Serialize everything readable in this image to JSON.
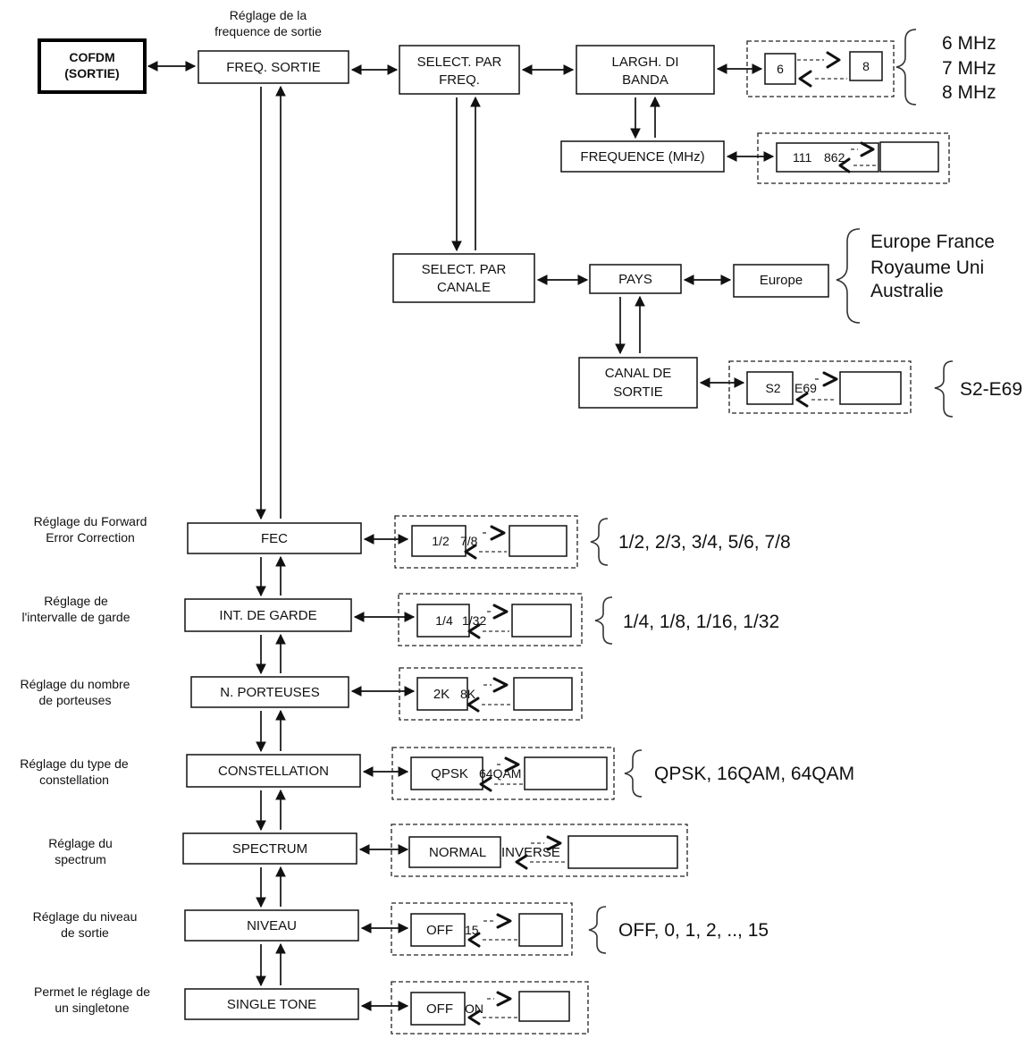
{
  "header": {
    "cofdm_line1": "COFDM",
    "cofdm_line2": "(SORTIE)",
    "note_freq_line1": "Réglage de la",
    "note_freq_line2": "frequence de sortie"
  },
  "nodes": {
    "freq_sortie": "FREQ. SORTIE",
    "select_freq_line1": "SELECT. PAR",
    "select_freq_line2": "FREQ.",
    "largh_line1": "LARGH. DI",
    "largh_line2": "BANDA",
    "frequence": "FREQUENCE (MHz)",
    "select_canale_line1": "SELECT. PAR",
    "select_canale_line2": "CANALE",
    "pays": "PAYS",
    "europe": "Europe",
    "canal_line1": "CANAL DE",
    "canal_line2": "SORTIE",
    "fec": "FEC",
    "int_garde": "INT. DE GARDE",
    "porteuses": "N. PORTEUSES",
    "constellation": "CONSTELLATION",
    "spectrum": "SPECTRUM",
    "niveau": "NIVEAU",
    "single_tone": "SINGLE TONE"
  },
  "selectors": {
    "band_from": "6",
    "band_to": "8",
    "freq_from": "111",
    "freq_to": "862",
    "canal_from": "S2",
    "canal_to": "E69",
    "fec_from": "1/2",
    "fec_to": "7/8",
    "garde_from": "1/4",
    "garde_to": "1/32",
    "porteuses_from": "2K",
    "porteuses_to": "8K",
    "const_from": "QPSK",
    "const_to": "64QAM",
    "spectrum_from": "NORMAL",
    "spectrum_to": "INVERSE",
    "niveau_from": "OFF",
    "niveau_to": "15",
    "tone_from": "OFF",
    "tone_to": "ON"
  },
  "options": {
    "band_1": "6 MHz",
    "band_2": "7 MHz",
    "band_3": "8 MHz",
    "pays_1": "Europe France",
    "pays_2": "Royaume Uni",
    "pays_3": "Australie",
    "canal": "S2-E69",
    "fec": "1/2, 2/3, 3/4, 5/6, 7/8",
    "garde": "1/4, 1/8, 1/16, 1/32",
    "constellation": "QPSK, 16QAM, 64QAM",
    "niveau": "OFF, 0, 1, 2, .., 15"
  },
  "notes": {
    "fec_line1": "Réglage du Forward",
    "fec_line2": "Error Correction",
    "garde_line1": "Réglage de",
    "garde_line2": "l'intervalle de garde",
    "porteuses_line1": "Réglage du nombre",
    "porteuses_line2": "de porteuses",
    "const_line1": "Réglage du type de",
    "const_line2": "constellation",
    "spectrum_line1": "Réglage du",
    "spectrum_line2": "spectrum",
    "niveau_line1": "Réglage du niveau",
    "niveau_line2": "de sortie",
    "tone_line1": "Permet le réglage de",
    "tone_line2": "un singletone"
  }
}
